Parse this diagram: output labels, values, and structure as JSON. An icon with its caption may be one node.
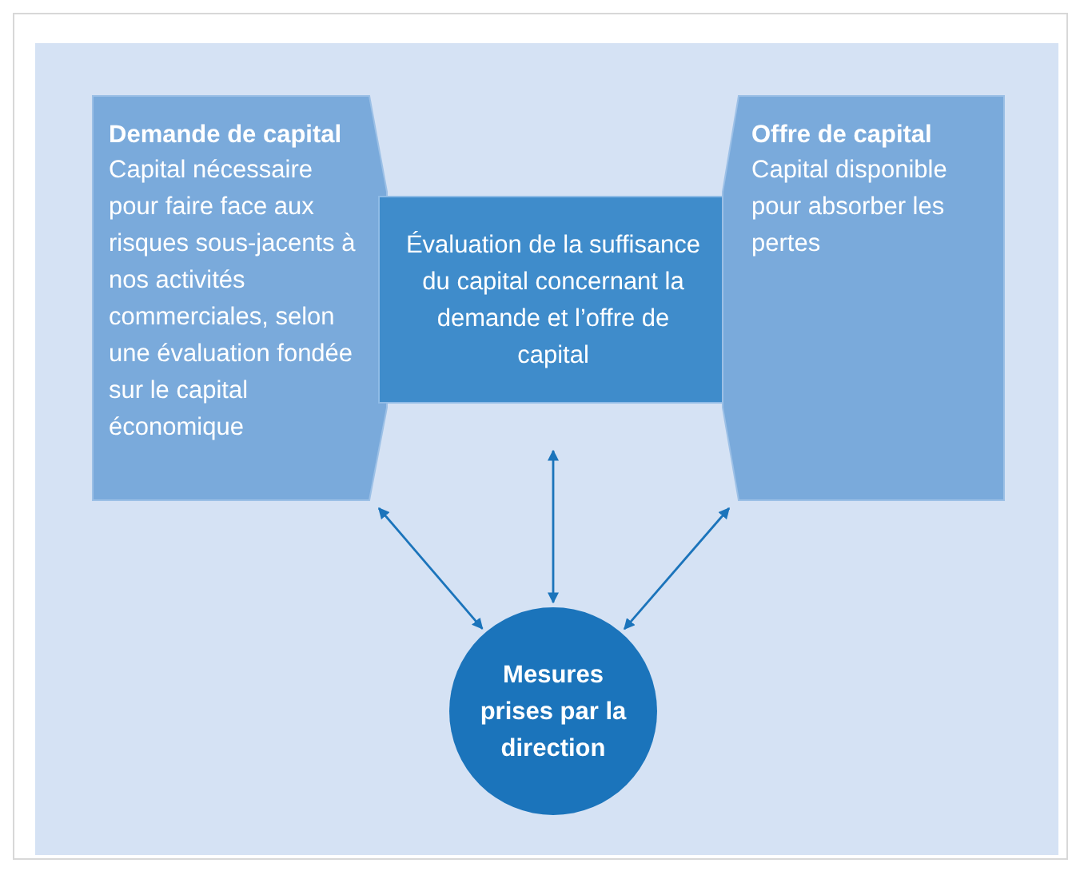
{
  "diagram": {
    "nodes": [
      {
        "text": [
          "Demande de capital",
          "Capital nécessaire pour faire face aux risques sous-jacents à nos activités commerciales, selon une évaluation fondée sur le capital économique"
        ]
      },
      {
        "text": [
          "Évaluation de la suffisance du capital concernant la demande et l’offre de capital"
        ]
      },
      {
        "text": [
          "Offre de capital",
          "Capital disponible pour absorber les pertes"
        ]
      },
      {
        "text": [
          "Mesures prises par la direction"
        ]
      }
    ],
    "edges": [
      {
        "from": 3,
        "to": 0,
        "arrow": "both"
      },
      {
        "from": 3,
        "to": 1,
        "arrow": "both"
      },
      {
        "from": 3,
        "to": 2,
        "arrow": "both"
      }
    ]
  }
}
